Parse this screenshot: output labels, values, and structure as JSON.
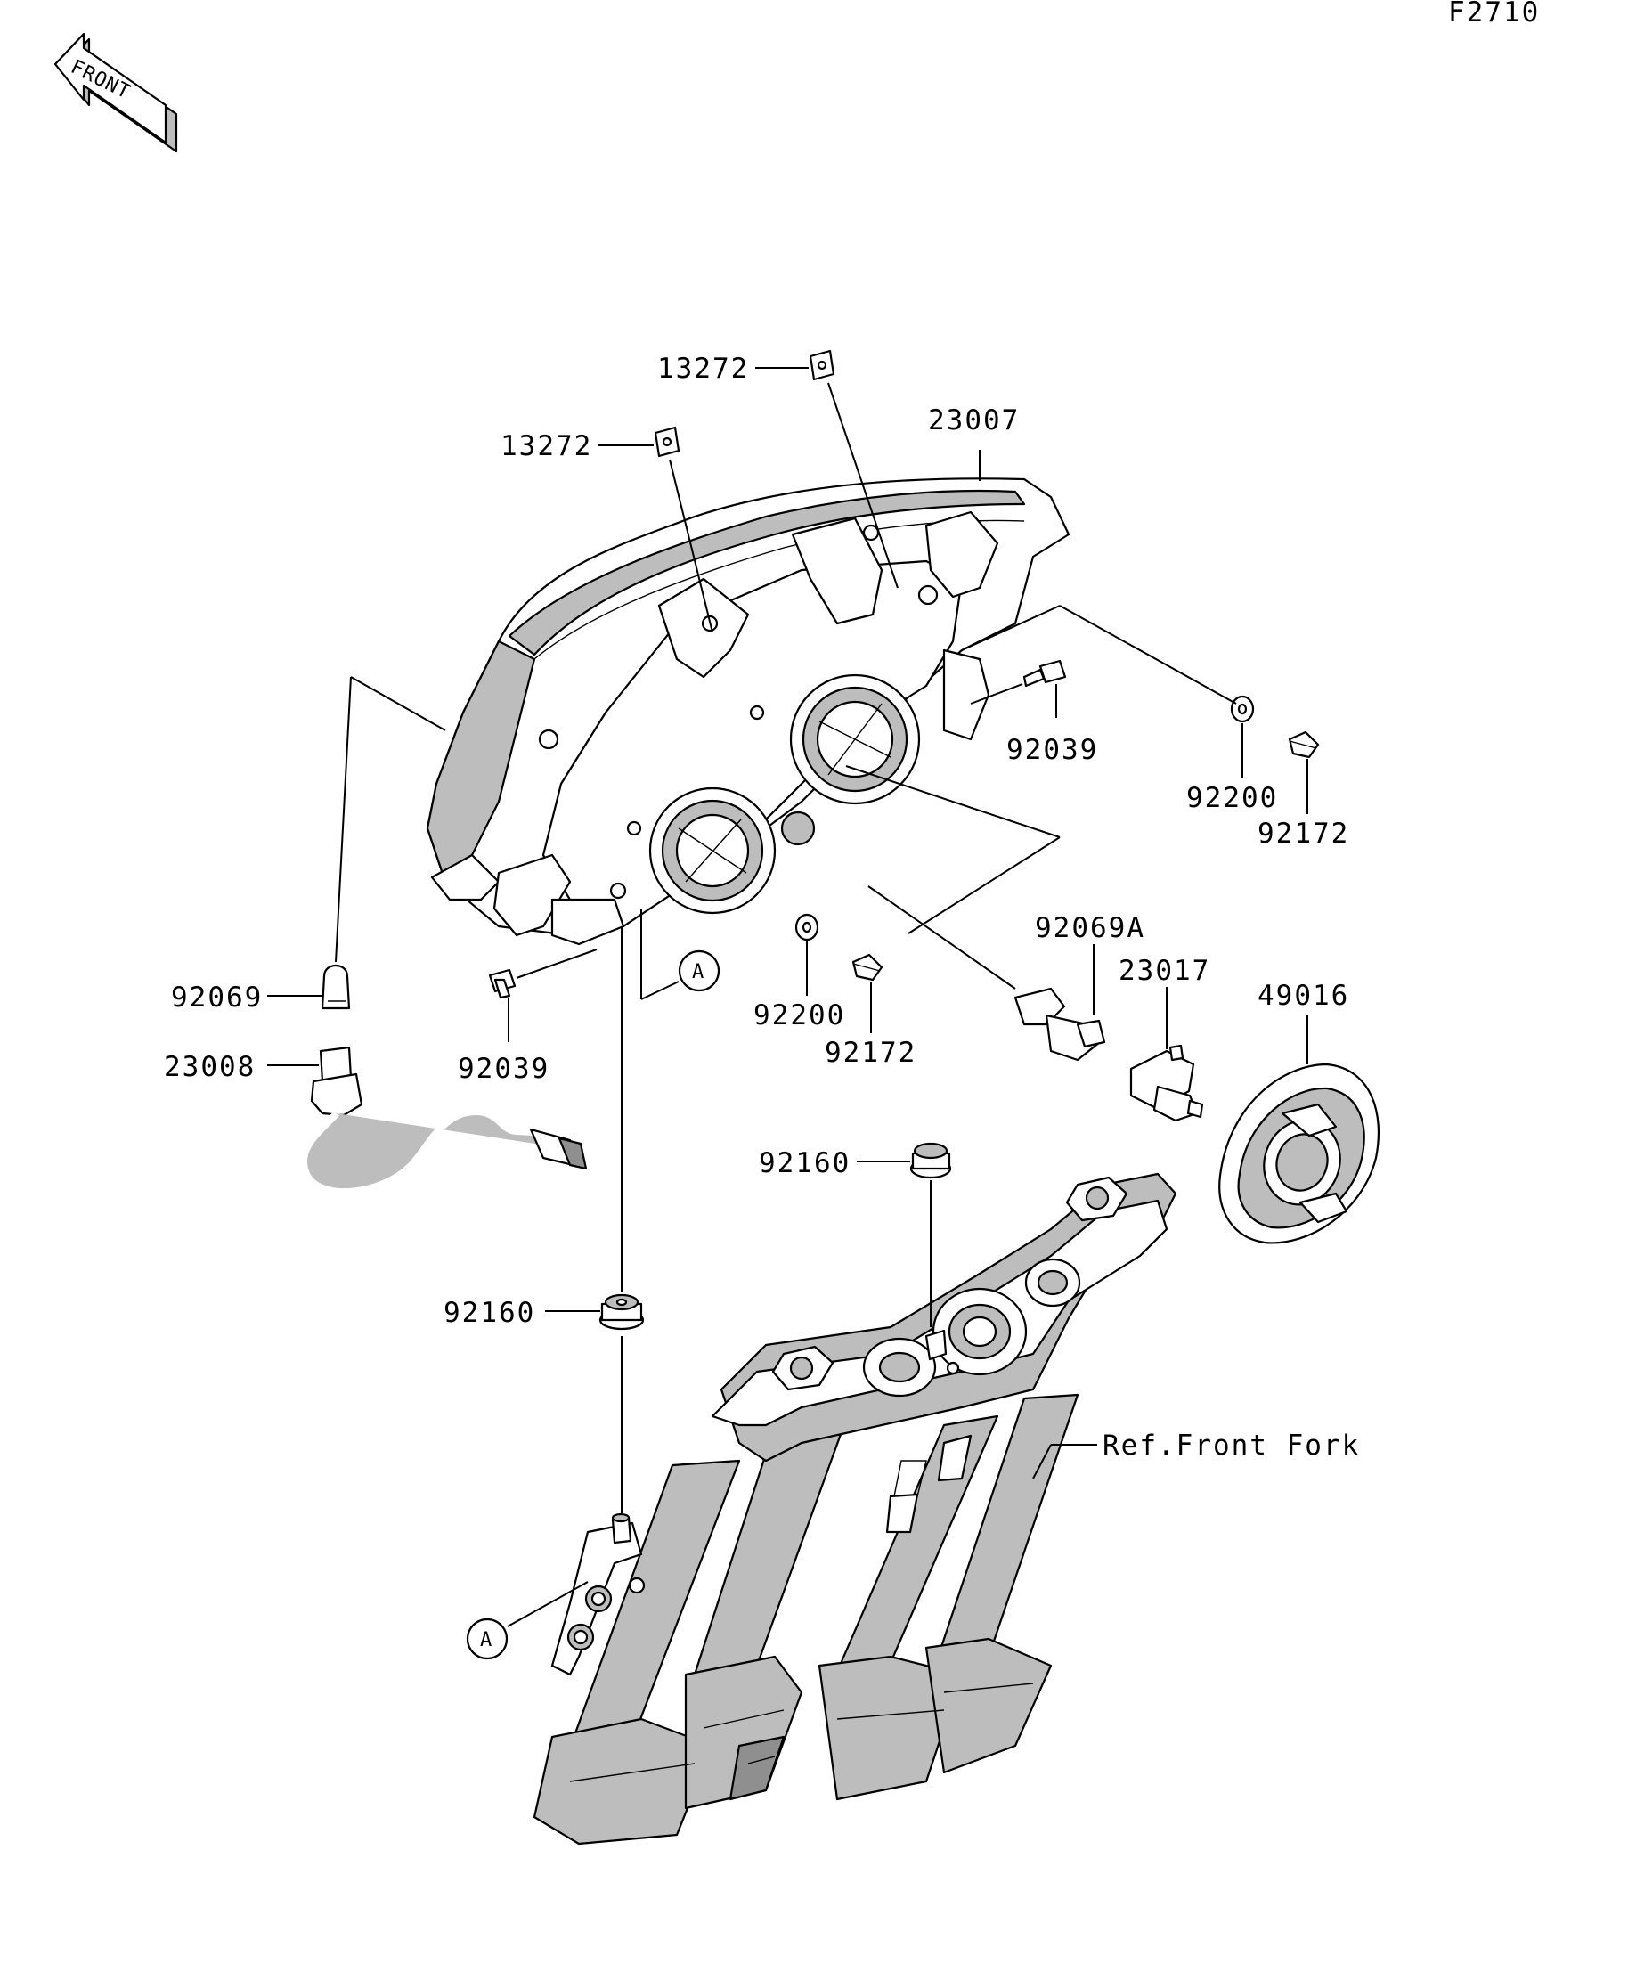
{
  "figure_code": "F2710",
  "front_arrow_label": "FRONT",
  "ref_label": "Ref.Front Fork",
  "callout_letter": "A",
  "labels": {
    "p13272_top": "13272",
    "p13272_left": "13272",
    "p23007": "23007",
    "p92039_right": "92039",
    "p92200_right": "92200",
    "p92172_right": "92172",
    "p92069A": "92069A",
    "p23017": "23017",
    "p49016": "49016",
    "p92069": "92069",
    "p23008": "23008",
    "p92039_left": "92039",
    "p92200_center": "92200",
    "p92172_center": "92172",
    "p92160_right": "92160",
    "p92160_left": "92160"
  }
}
